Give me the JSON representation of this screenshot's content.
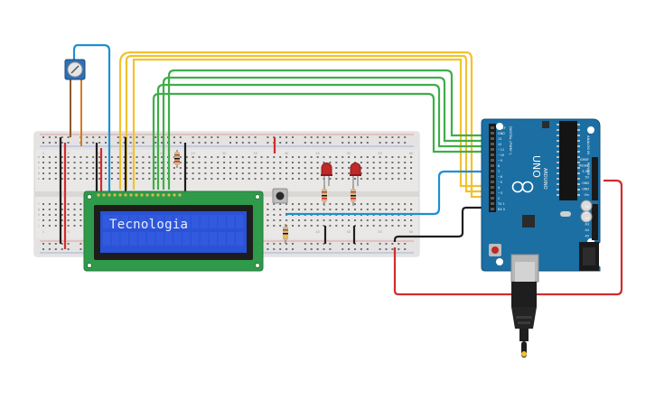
{
  "lcd": {
    "text": "Tecnologia"
  },
  "arduino": {
    "brand": "UNO",
    "logo_text": "ARDUINO",
    "digital_header_label": "DIGITAL (PWM~)",
    "power_header_label": "POWER",
    "analog_header_label": "ANALOG IN",
    "pin_labels_top": [
      "AREF",
      "GND",
      "13",
      "12",
      "~11",
      "~10",
      "~9",
      "8",
      "7",
      "~6",
      "~5",
      "4",
      "~3",
      "2",
      "TX 1",
      "RX 0"
    ],
    "pin_labels_power": [
      "IOREF",
      "RESET",
      "3.3V",
      "5V",
      "GND",
      "GND",
      "Vin"
    ],
    "pin_labels_analog": [
      "A0",
      "A1",
      "A2",
      "A3",
      "A4",
      "A5"
    ]
  },
  "breadboard": {
    "column_numbers": [
      "1",
      "5",
      "10",
      "15",
      "20",
      "25",
      "30",
      "35",
      "40",
      "45",
      "50",
      "55",
      "60"
    ],
    "row_letters": [
      "a",
      "b",
      "c",
      "d",
      "e",
      "f",
      "g",
      "h",
      "i",
      "j"
    ]
  },
  "colors": {
    "wire_yellow": "#f2c12e",
    "wire_green": "#3fae49",
    "wire_blue": "#1f8fd1",
    "wire_black": "#1e1e1e",
    "wire_red": "#d12c2c",
    "wire_orange": "#d97a1a",
    "wire_brown": "#8b5a2b",
    "lcd_bg": "#2a52d6",
    "lcd_pcb": "#2f9b4a",
    "arduino_board": "#1b6fa3",
    "led_red": "#c0282a",
    "breadboard": "#e7e6e4"
  }
}
